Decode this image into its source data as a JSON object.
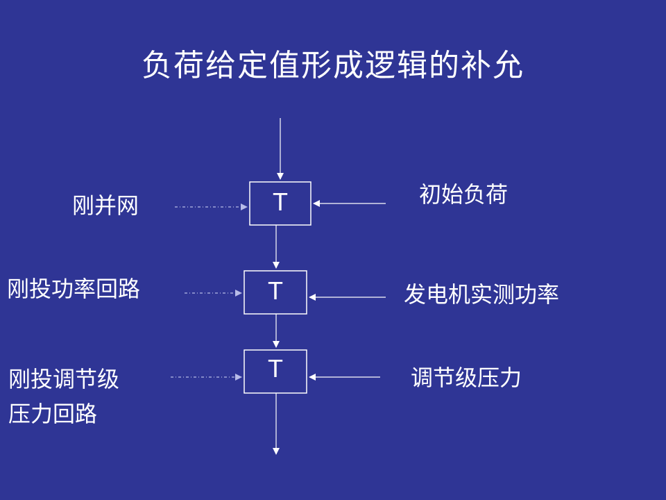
{
  "slide": {
    "title": "负荷给定值形成逻辑的补允"
  },
  "diagram": {
    "blocks": [
      {
        "label": "T"
      },
      {
        "label": "T"
      },
      {
        "label": "T"
      }
    ],
    "left_inputs": [
      {
        "line1": "刚并网",
        "line2": ""
      },
      {
        "line1": "刚投功率回路",
        "line2": ""
      },
      {
        "line1": "刚投调节级",
        "line2": "压力回路"
      }
    ],
    "right_inputs": [
      {
        "label": "初始负荷"
      },
      {
        "label": "发电机实测功率"
      },
      {
        "label": "调节级压力"
      }
    ],
    "colors": {
      "background": "#2F3595",
      "foreground": "#FFFFFF",
      "dashed_line": "#B8BCE8"
    }
  }
}
